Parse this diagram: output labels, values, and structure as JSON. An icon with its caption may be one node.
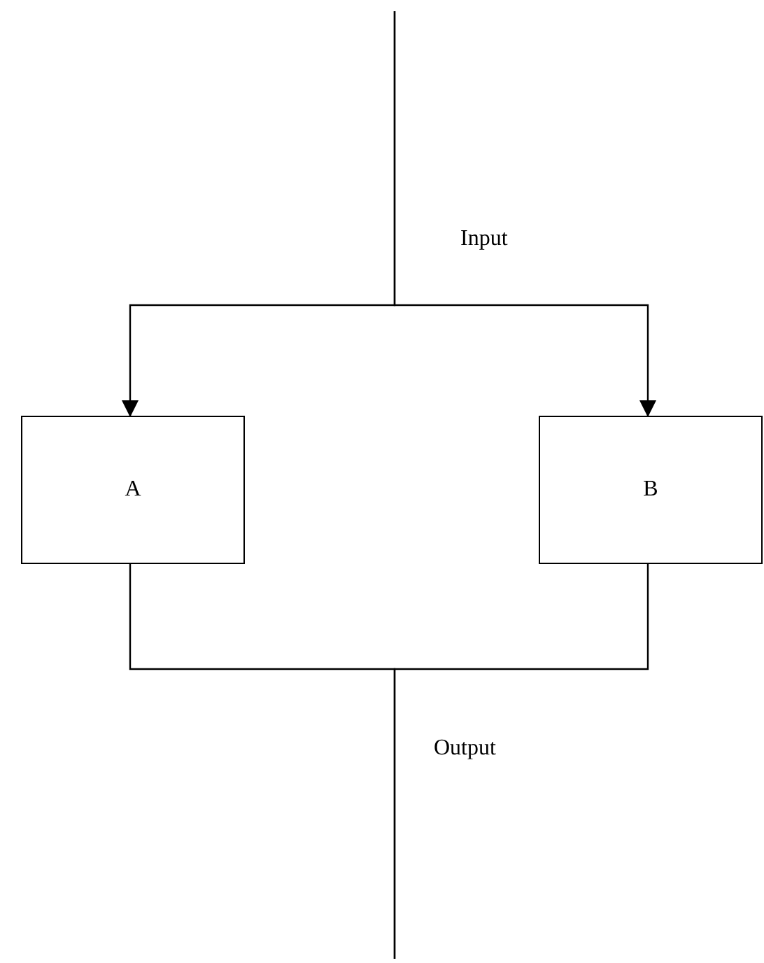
{
  "diagram": {
    "nodes": [
      {
        "text": [
          "A"
        ]
      },
      {
        "text": [
          "B"
        ]
      }
    ],
    "edges": [
      {
        "from": null,
        "to": 0,
        "arrow": "to"
      },
      {
        "from": null,
        "to": 1,
        "arrow": "to"
      },
      {
        "from": 0,
        "to": null,
        "arrow": "none"
      },
      {
        "from": 1,
        "to": null,
        "arrow": "none"
      }
    ],
    "labels": [
      "Input",
      "Output"
    ]
  }
}
